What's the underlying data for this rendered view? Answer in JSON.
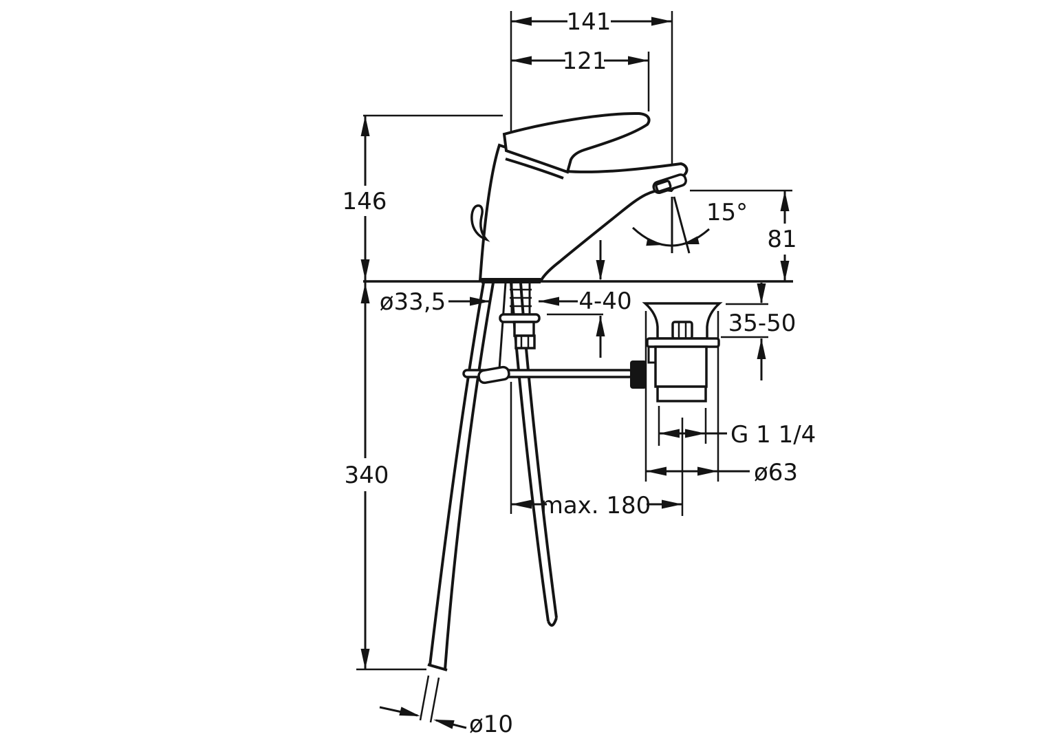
{
  "drawing": {
    "subject": "single-lever basin mixer with pop-up waste, dimensioned side view",
    "units": "mm",
    "line_color": "#141414",
    "background_color": "#ffffff"
  },
  "dimensions": {
    "overall_projection": "141",
    "spout_projection": "121",
    "body_height": "146",
    "aerator_angle": "15°",
    "spout_outlet_height": "81",
    "mounting_hole_diameter": "ø33,5",
    "deck_thickness_range": "4-40",
    "waste_clamping_range": "35-50",
    "hose_drop_length": "340",
    "popup_rod_reach": "max. 180",
    "waste_thread_size": "G 1 1/4",
    "waste_flange_diameter": "ø63",
    "hose_end_diameter": "ø10"
  }
}
